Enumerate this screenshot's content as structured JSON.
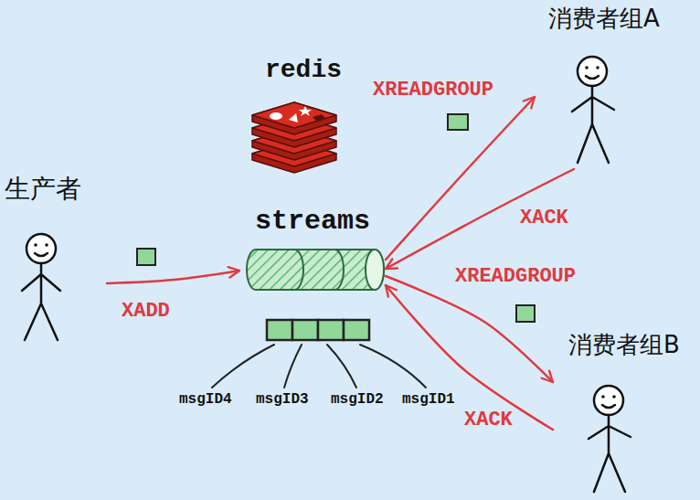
{
  "diagram": {
    "nodes": [
      {
        "text": [
          "生产者"
        ]
      },
      {
        "text": [
          "streams"
        ]
      },
      {
        "text": [
          "消费者组A"
        ]
      },
      {
        "text": [
          "消费者组B"
        ]
      }
    ],
    "edges": [
      {
        "from": 0,
        "to": 1,
        "label": "XADD",
        "arrow": "to"
      },
      {
        "from": 1,
        "to": 2,
        "label": "XREADGROUP",
        "arrow": "to"
      },
      {
        "from": 2,
        "to": 1,
        "label": "XACK",
        "arrow": "to"
      },
      {
        "from": 1,
        "to": 3,
        "label": "XREADGROUP",
        "arrow": "to"
      },
      {
        "from": 3,
        "to": 1,
        "label": "XACK",
        "arrow": "to"
      }
    ],
    "labels": [
      "redis",
      "msgID4",
      "msgID3",
      "msgID2",
      "msgID1"
    ]
  }
}
